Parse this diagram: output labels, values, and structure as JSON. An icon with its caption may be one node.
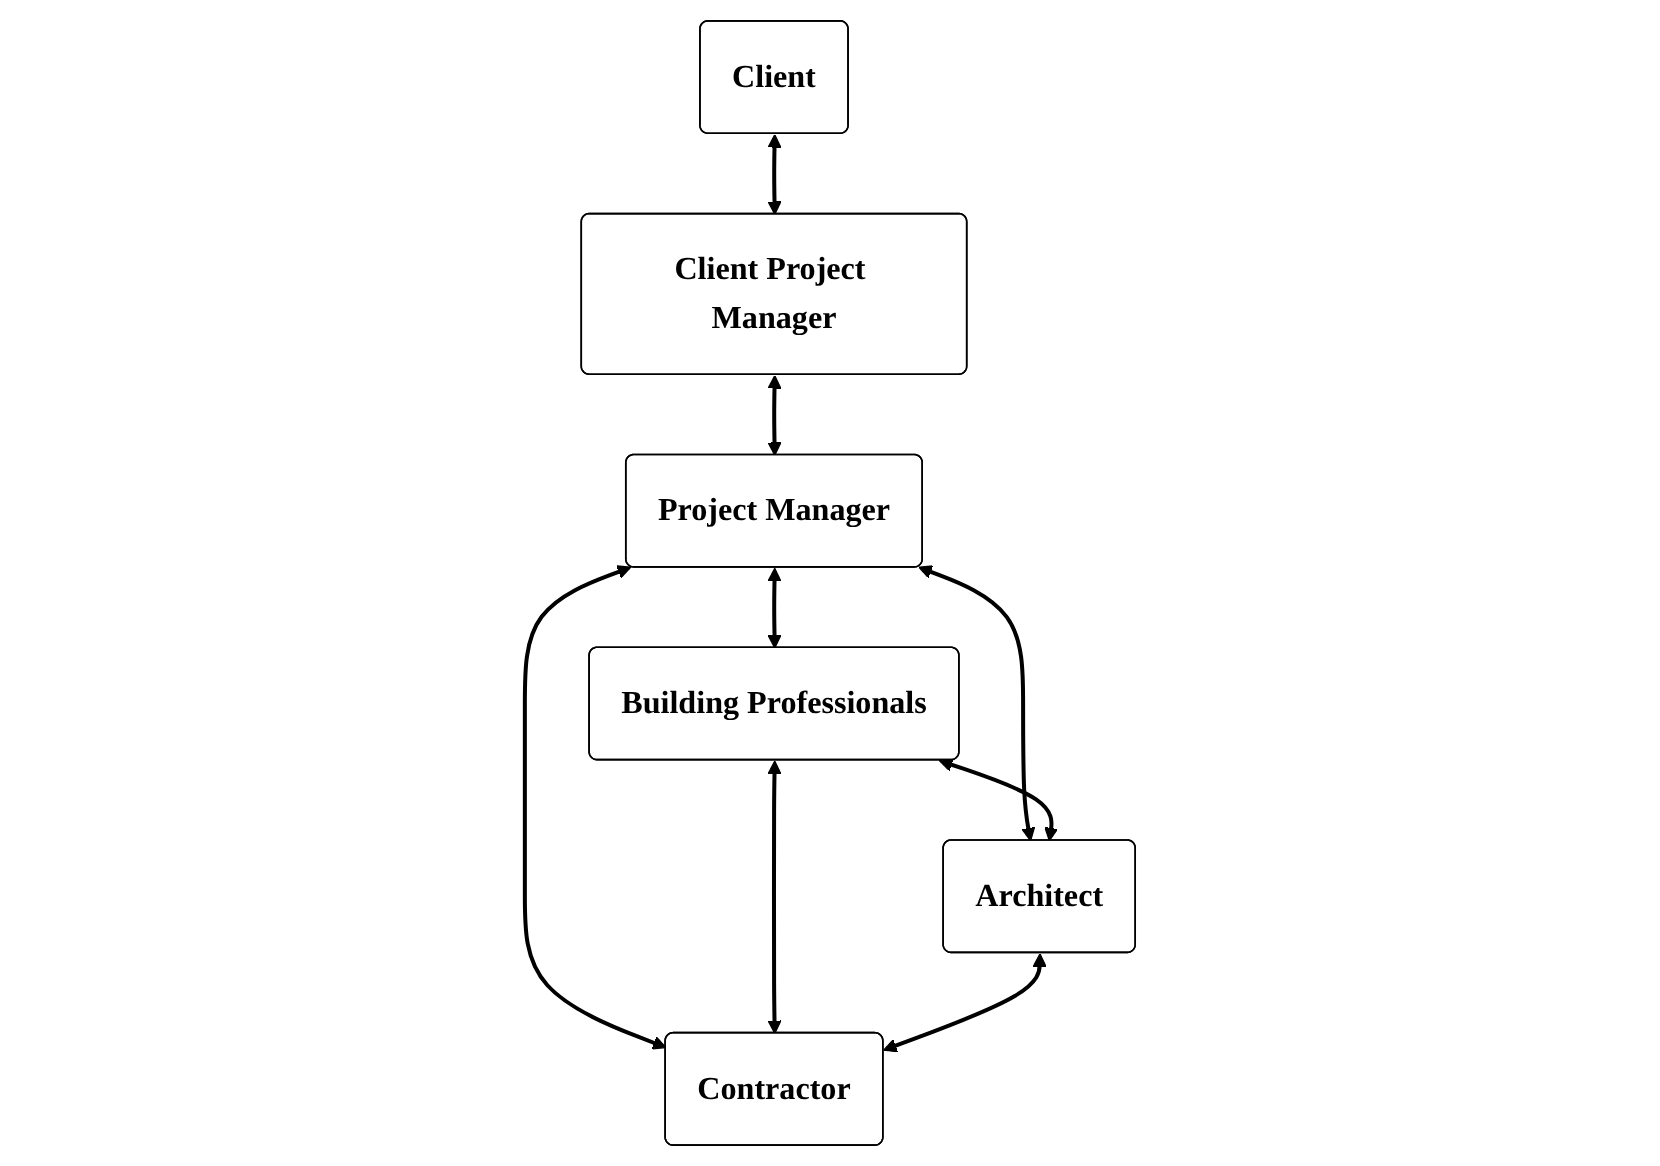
{
  "diagram": {
    "nodes": [
      {
        "text": [
          "Client"
        ]
      },
      {
        "text": [
          "Client Project Manager"
        ]
      },
      {
        "text": [
          "Project Manager"
        ]
      },
      {
        "text": [
          "Building Professionals"
        ]
      },
      {
        "text": [
          "Architect"
        ]
      },
      {
        "text": [
          "Contractor"
        ]
      }
    ],
    "edges": [
      {
        "from": 0,
        "to": 1,
        "arrow": "both"
      },
      {
        "from": 1,
        "to": 2,
        "arrow": "both"
      },
      {
        "from": 2,
        "to": 3,
        "arrow": "both"
      },
      {
        "from": 2,
        "to": 4,
        "arrow": "both"
      },
      {
        "from": 3,
        "to": 4,
        "arrow": "both"
      },
      {
        "from": 2,
        "to": 5,
        "arrow": "both"
      },
      {
        "from": 3,
        "to": 5,
        "arrow": "both"
      },
      {
        "from": 4,
        "to": 5,
        "arrow": "both"
      }
    ]
  }
}
